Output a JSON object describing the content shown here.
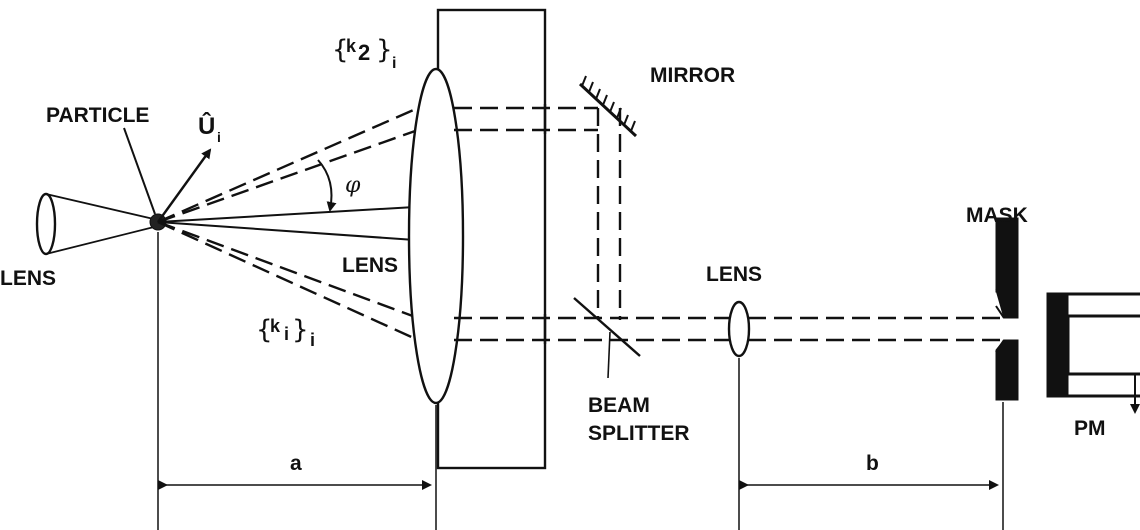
{
  "labels": {
    "particle": "PARTICLE",
    "unit_vector": "Û",
    "unit_vector_sub": "i",
    "k2_set": "k",
    "k2_sub": "2",
    "k2_outer_sub": "i",
    "mirror": "MIRROR",
    "angle": "φ",
    "lens_left": "LENS",
    "lens_center": "LENS",
    "ki_set": "k",
    "ki_sub": "i",
    "ki_outer_sub": "i",
    "lens_right": "LENS",
    "beam_splitter_line1": "BEAM",
    "beam_splitter_line2": "SPLITTER",
    "mask": "MASK",
    "pm": "PM",
    "dim_a": "a",
    "dim_b": "b"
  },
  "colors": {
    "ink": "#111111",
    "background": "#ffffff"
  }
}
